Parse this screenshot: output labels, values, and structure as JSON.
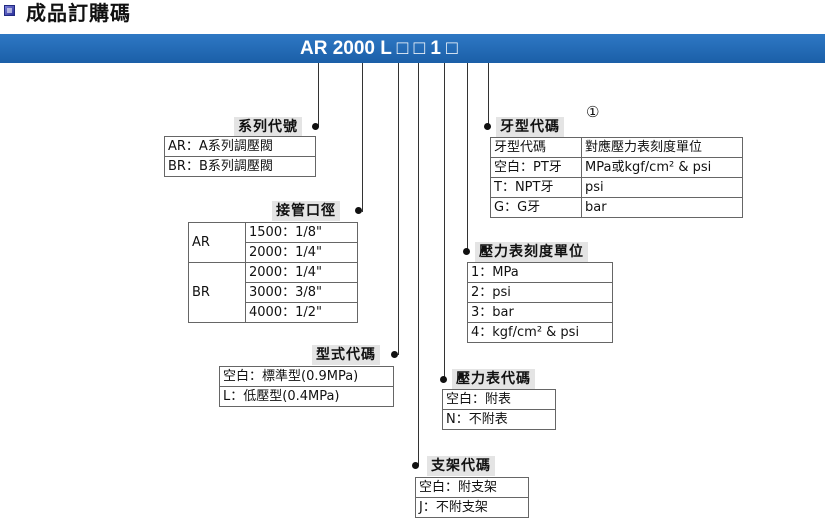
{
  "header": {
    "icon": "square-bullet-icon",
    "title": "成品訂購碼"
  },
  "model_code": "AR 2000 L □ □ 1 □",
  "series": {
    "title": "系列代號",
    "rows": [
      "AR：A系列調壓閥",
      "BR：B系列調壓閥"
    ]
  },
  "port": {
    "title": "接管口徑",
    "groups": [
      {
        "series": "AR",
        "sizes": [
          "1500：1/8\"",
          "2000：1/4\""
        ]
      },
      {
        "series": "BR",
        "sizes": [
          "2000：1/4\"",
          "3000：3/8\"",
          "4000：1/2\""
        ]
      }
    ]
  },
  "type": {
    "title": "型式代碼",
    "rows": [
      "空白：標準型(0.9MPa)",
      "L：低壓型(0.4MPa)"
    ]
  },
  "bracket": {
    "title": "支架代碼",
    "rows": [
      "空白：附支架",
      "J：不附支架"
    ]
  },
  "gauge": {
    "title": "壓力表代碼",
    "rows": [
      "空白：附表",
      "N：不附表"
    ]
  },
  "unit": {
    "title": "壓力表刻度單位",
    "rows": [
      "1：MPa",
      "2：psi",
      "3：bar",
      "4：kgf/cm² & psi"
    ]
  },
  "thread": {
    "title": "牙型代碼",
    "note": "①",
    "header": [
      "牙型代碼",
      "對應壓力表刻度單位"
    ],
    "rows": [
      [
        "空白：PT牙",
        "MPa或kgf/cm² & psi"
      ],
      [
        "T：NPT牙",
        "psi"
      ],
      [
        "G：G牙",
        "bar"
      ]
    ]
  }
}
